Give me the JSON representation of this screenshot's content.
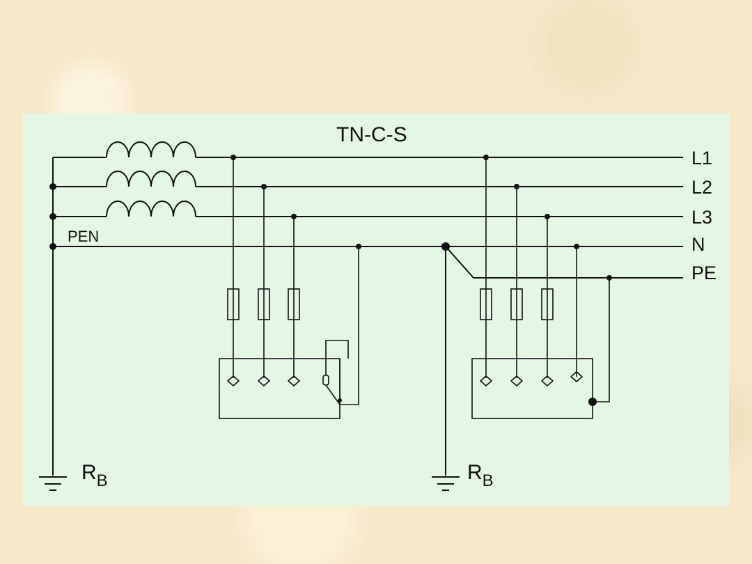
{
  "diagram": {
    "title": "TN-C-S",
    "conductors": {
      "l1": "L1",
      "l2": "L2",
      "l3": "L3",
      "n": "N",
      "pe": "PE",
      "pen": "PEN"
    },
    "earth_left": {
      "main": "R",
      "sub": "B"
    },
    "earth_right": {
      "main": "R",
      "sub": "B"
    }
  }
}
